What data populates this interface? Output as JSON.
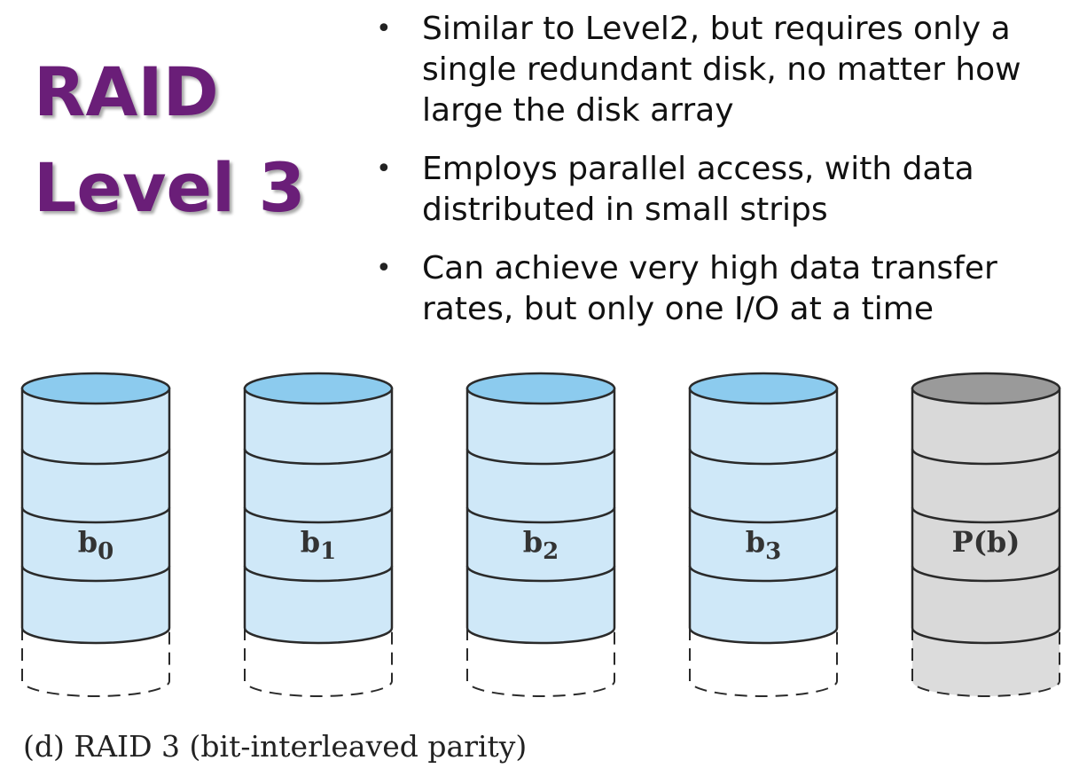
{
  "title": {
    "line1": "RAID",
    "line2": "Level 3"
  },
  "bullets": [
    "Similar to Level2, but requires only a single redundant disk, no matter how large the disk array",
    "Employs parallel access, with data distributed in small strips",
    "Can achieve very high data transfer rates, but only one I/O at a time"
  ],
  "disks": [
    {
      "label_main": "b",
      "label_sub": "0",
      "type": "data"
    },
    {
      "label_main": "b",
      "label_sub": "1",
      "type": "data"
    },
    {
      "label_main": "b",
      "label_sub": "2",
      "type": "data"
    },
    {
      "label_main": "b",
      "label_sub": "3",
      "type": "data"
    },
    {
      "label_main": "P(b)",
      "label_sub": "",
      "type": "parity"
    }
  ],
  "caption": "(d) RAID 3 (bit-interleaved parity)",
  "colors": {
    "title": "#6a1e78",
    "data_body": "#cfe8f8",
    "data_top": "#8ccbee",
    "parity_body": "#d9d9d9",
    "parity_top": "#9a9a9a",
    "outline": "#2a2a2a"
  }
}
